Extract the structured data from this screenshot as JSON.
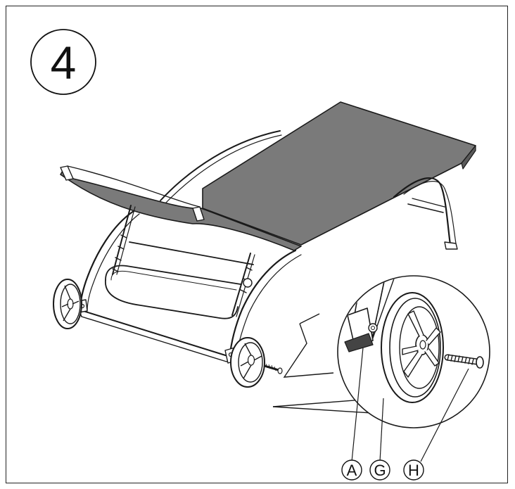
{
  "step": {
    "number": "4"
  },
  "parts": [
    {
      "id": "A",
      "label": "A"
    },
    {
      "id": "G",
      "label": "G"
    },
    {
      "id": "H",
      "label": "H"
    }
  ],
  "colors": {
    "line": "#1a1a1a",
    "fabric": "#7a7a7a",
    "fabric_dark": "#5d5d5d",
    "background": "#ffffff"
  }
}
